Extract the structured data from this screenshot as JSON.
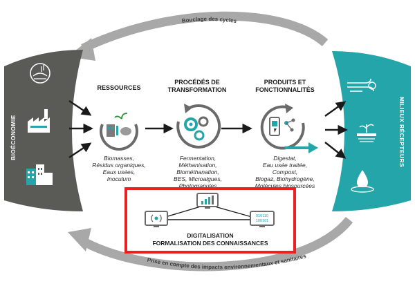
{
  "top_arc_label": "Bouclage des cycles",
  "bottom_arc_label": "Prise en compte des impacts environnementaux et sanitaires",
  "left_panel": {
    "label": "BIOÉCONOMIE"
  },
  "right_panel": {
    "label": "MILIEUX RÉCEPTEURS"
  },
  "ressources": {
    "title": "RESSOURCES",
    "items": [
      "Biomasses,",
      "Résidus organiques,",
      "Eaux usées,",
      "Inoculum"
    ]
  },
  "procedes": {
    "title_lines": [
      "PROCÉDÉS DE",
      "TRANSFORMATION"
    ],
    "items": [
      "Fermentation,",
      "Méthanisation,",
      "Biométhanation,",
      "BES, Microalgues,",
      "Photogranules"
    ]
  },
  "produits": {
    "title_lines": [
      "PRODUITS ET",
      "FONCTIONNALITÉS"
    ],
    "items": [
      "Digestat,",
      "Eau usée traitée,",
      "Compost,",
      "Biogaz, Biohydrogène,",
      "Molécules biosourcées"
    ]
  },
  "digital": {
    "title_lines": [
      "DIGITALISATION",
      "FORMALISATION DES CONNAISSANCES"
    ],
    "binary_lines": [
      "010110",
      "100101"
    ]
  },
  "colors": {
    "gray_panel": "#5a5a57",
    "teal_panel": "#23a5a9",
    "accent_red": "#e8231f",
    "cycle_gray": "#a8a8a8"
  }
}
